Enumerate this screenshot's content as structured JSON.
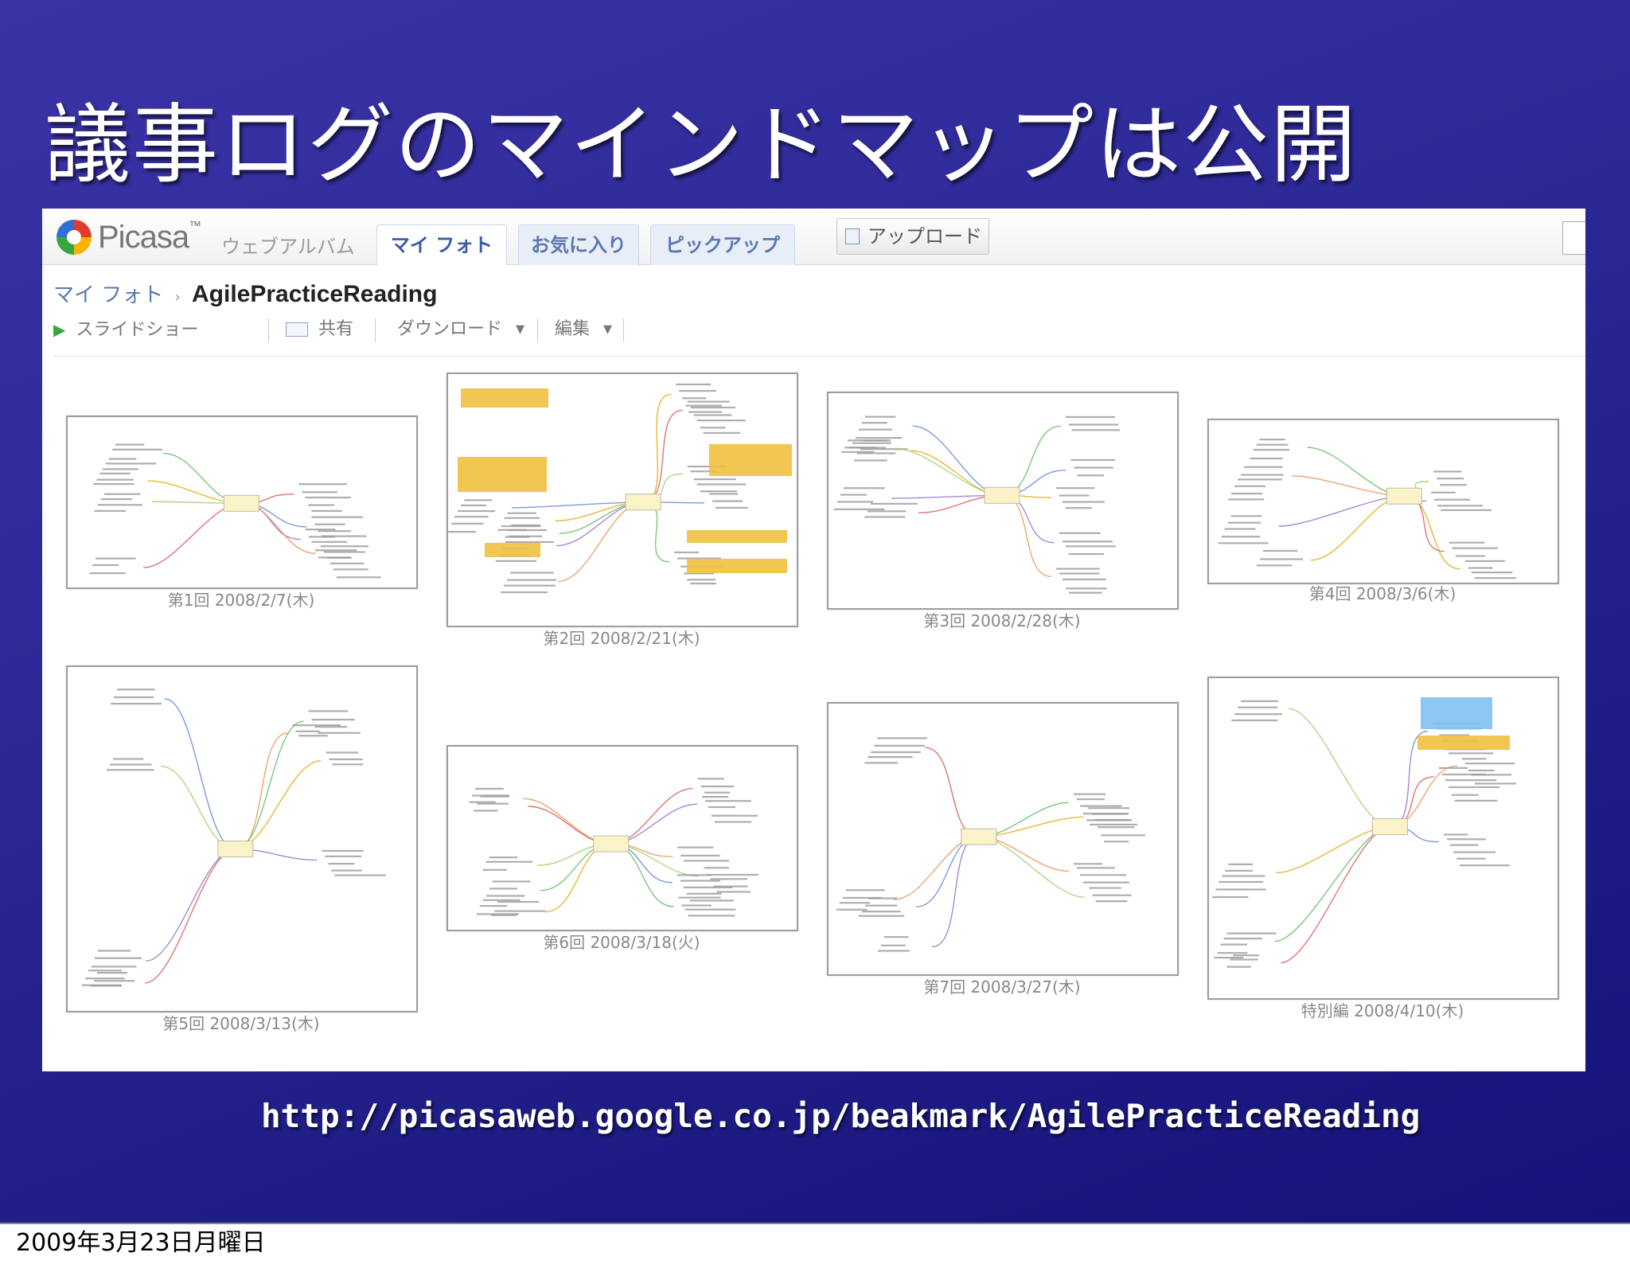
{
  "slide": {
    "title": "議事ログのマインドマップは公開",
    "url": "http://picasaweb.google.co.jp/beakmark/AgilePracticeReading",
    "footer_date": "2009年3月23日月曜日"
  },
  "picasa": {
    "logo_text": "Picasa",
    "logo_tm": "™",
    "logo_subtitle": "ウェブアルバム",
    "tabs": [
      {
        "label": "マイ フォト",
        "active": true
      },
      {
        "label": "お気に入り",
        "active": false
      },
      {
        "label": "ピックアップ",
        "active": false
      }
    ],
    "upload_label": "アップロード",
    "breadcrumb": {
      "root": "マイ フォト",
      "sep": "›",
      "album": "AgilePracticeReading"
    },
    "toolbar": {
      "slideshow": "スライドショー",
      "share": "共有",
      "download": "ダウンロード",
      "edit": "編集",
      "dropdown_glyph": "▾"
    },
    "colors": {
      "accent": "#3b5aa4",
      "slide_bg": "#2e2a99"
    },
    "photos": [
      {
        "caption": "第1回 2008/2/7(木)"
      },
      {
        "caption": "第2回 2008/2/21(木)"
      },
      {
        "caption": "第3回 2008/2/28(木)"
      },
      {
        "caption": "第4回 2008/3/6(木)"
      },
      {
        "caption": "第5回 2008/3/13(木)"
      },
      {
        "caption": "第6回 2008/3/18(火)"
      },
      {
        "caption": "第7回 2008/3/27(木)"
      },
      {
        "caption": "特別編 2008/4/10(木)"
      }
    ]
  }
}
